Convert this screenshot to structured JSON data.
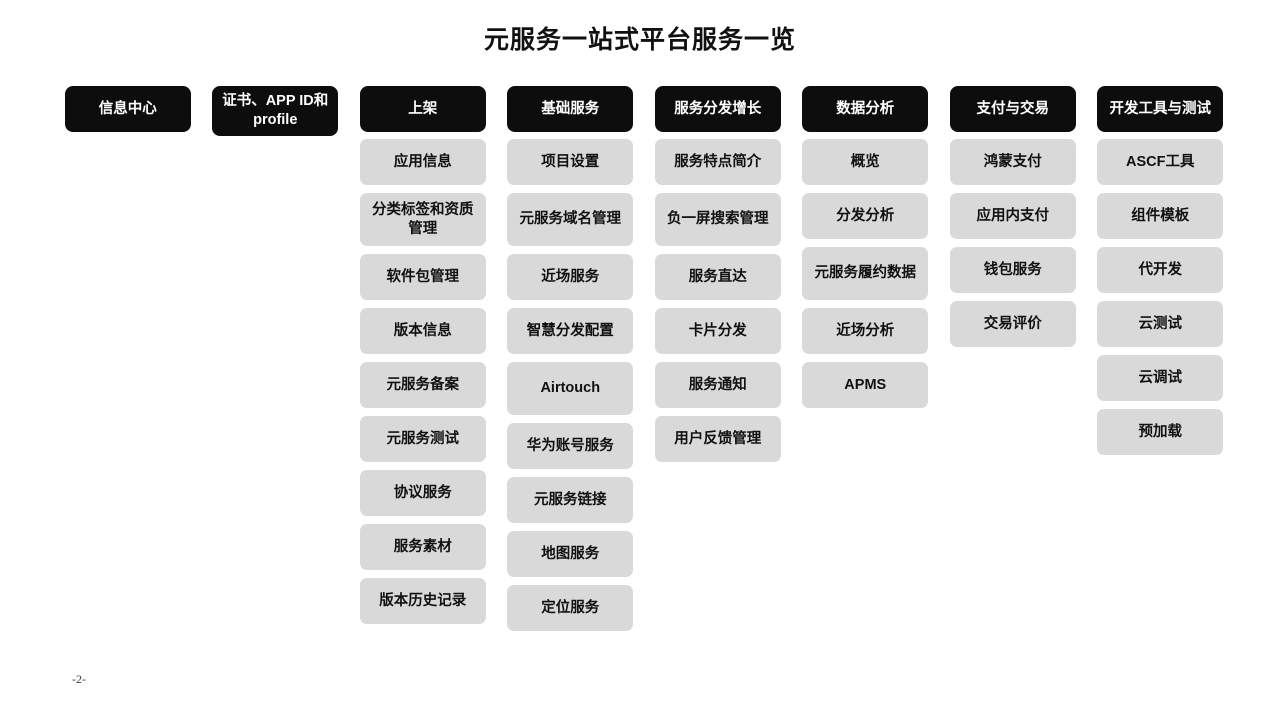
{
  "slide": {
    "title": "元服务一站式平台服务一览",
    "page_number": "-2-",
    "colors": {
      "header_background": "#0d0d0d",
      "header_text": "#ffffff",
      "item_background": "#d9d9d9",
      "item_text": "#111111",
      "slide_background": "#ffffff"
    }
  },
  "columns": [
    {
      "header": "信息中心",
      "items": []
    },
    {
      "header": "证书、APP ID和profile",
      "items": []
    },
    {
      "header": "上架",
      "items": [
        "应用信息",
        "分类标签和资质管理",
        "软件包管理",
        "版本信息",
        "元服务备案",
        "元服务测试",
        "协议服务",
        "服务素材",
        "版本历史记录"
      ]
    },
    {
      "header": "基础服务",
      "items": [
        "项目设置",
        "元服务域名管理",
        "近场服务",
        "智慧分发配置",
        "Airtouch",
        "华为账号服务",
        "元服务链接",
        "地图服务",
        "定位服务"
      ]
    },
    {
      "header": "服务分发增长",
      "items": [
        "服务特点简介",
        "负一屏搜索管理",
        "服务直达",
        "卡片分发",
        "服务通知",
        "用户反馈管理"
      ]
    },
    {
      "header": "数据分析",
      "items": [
        "概览",
        "分发分析",
        "元服务履约数据",
        "近场分析",
        "APMS"
      ]
    },
    {
      "header": "支付与交易",
      "items": [
        "鸿蒙支付",
        "应用内支付",
        "钱包服务",
        "交易评价"
      ]
    },
    {
      "header": "开发工具与测试",
      "items": [
        "ASCF工具",
        "组件模板",
        "代开发",
        "云测试",
        "云调试",
        "预加载"
      ]
    }
  ]
}
